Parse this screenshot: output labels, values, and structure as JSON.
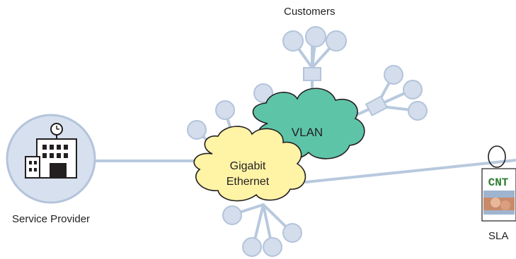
{
  "labels": {
    "customers": "Customers",
    "service_provider": "Service Provider",
    "sla": "SLA",
    "vlan": "VLAN",
    "gigabit_line1": "Gigabit",
    "gigabit_line2": "Ethernet",
    "contract_badge": "CNT"
  },
  "colors": {
    "link": "#b8c9de",
    "node_fill": "#d3ddec",
    "node_stroke": "#b3c4db",
    "vlan_cloud": "#5ec4a8",
    "gigabit_cloud": "#fff3a6",
    "provider_circle": "#d7e0ee",
    "outline": "#231f20",
    "badge_text": "#2e7d32"
  },
  "icons": {
    "service_provider": "building-icon",
    "sla": "contract-document-icon"
  }
}
